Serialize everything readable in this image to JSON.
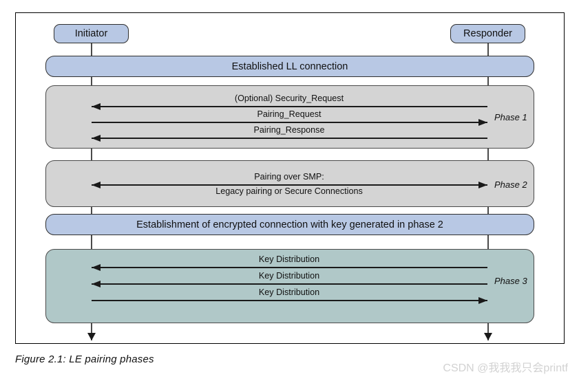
{
  "figure": {
    "caption": "Figure 2.1:  LE pairing phases",
    "watermark": "CSDN @我我我只会printf",
    "colors": {
      "blue_band": "#b8c8e4",
      "gray_phase": "#d4d4d4",
      "teal_phase": "#b0c8c8",
      "line": "#1a1a1a",
      "frame_border": "#000000",
      "watermark_text": "#d2d2d2"
    }
  },
  "actors": [
    {
      "id": "initiator",
      "label": "Initiator"
    },
    {
      "id": "responder",
      "label": "Responder"
    }
  ],
  "bands": [
    {
      "id": "established-ll-connection",
      "label": "Established LL connection"
    },
    {
      "id": "encrypted-connection",
      "label": "Establishment of encrypted connection with key generated in phase 2"
    }
  ],
  "phases": [
    {
      "id": "phase-1",
      "label": "Phase 1",
      "style": "gray",
      "messages": [
        {
          "label": "(Optional) Security_Request",
          "direction": "right-to-left"
        },
        {
          "label": "Pairing_Request",
          "direction": "left-to-right"
        },
        {
          "label": "Pairing_Response",
          "direction": "right-to-left"
        }
      ]
    },
    {
      "id": "phase-2",
      "label": "Phase 2",
      "style": "gray",
      "messages": [
        {
          "label": "Pairing over SMP:",
          "label2": "Legacy pairing or Secure Connections",
          "direction": "bidirectional"
        }
      ]
    },
    {
      "id": "phase-3",
      "label": "Phase 3",
      "style": "teal",
      "messages": [
        {
          "label": "Key Distribution",
          "direction": "right-to-left"
        },
        {
          "label": "Key Distribution",
          "direction": "right-to-left"
        },
        {
          "label": "Key Distribution",
          "direction": "left-to-right"
        }
      ]
    }
  ]
}
